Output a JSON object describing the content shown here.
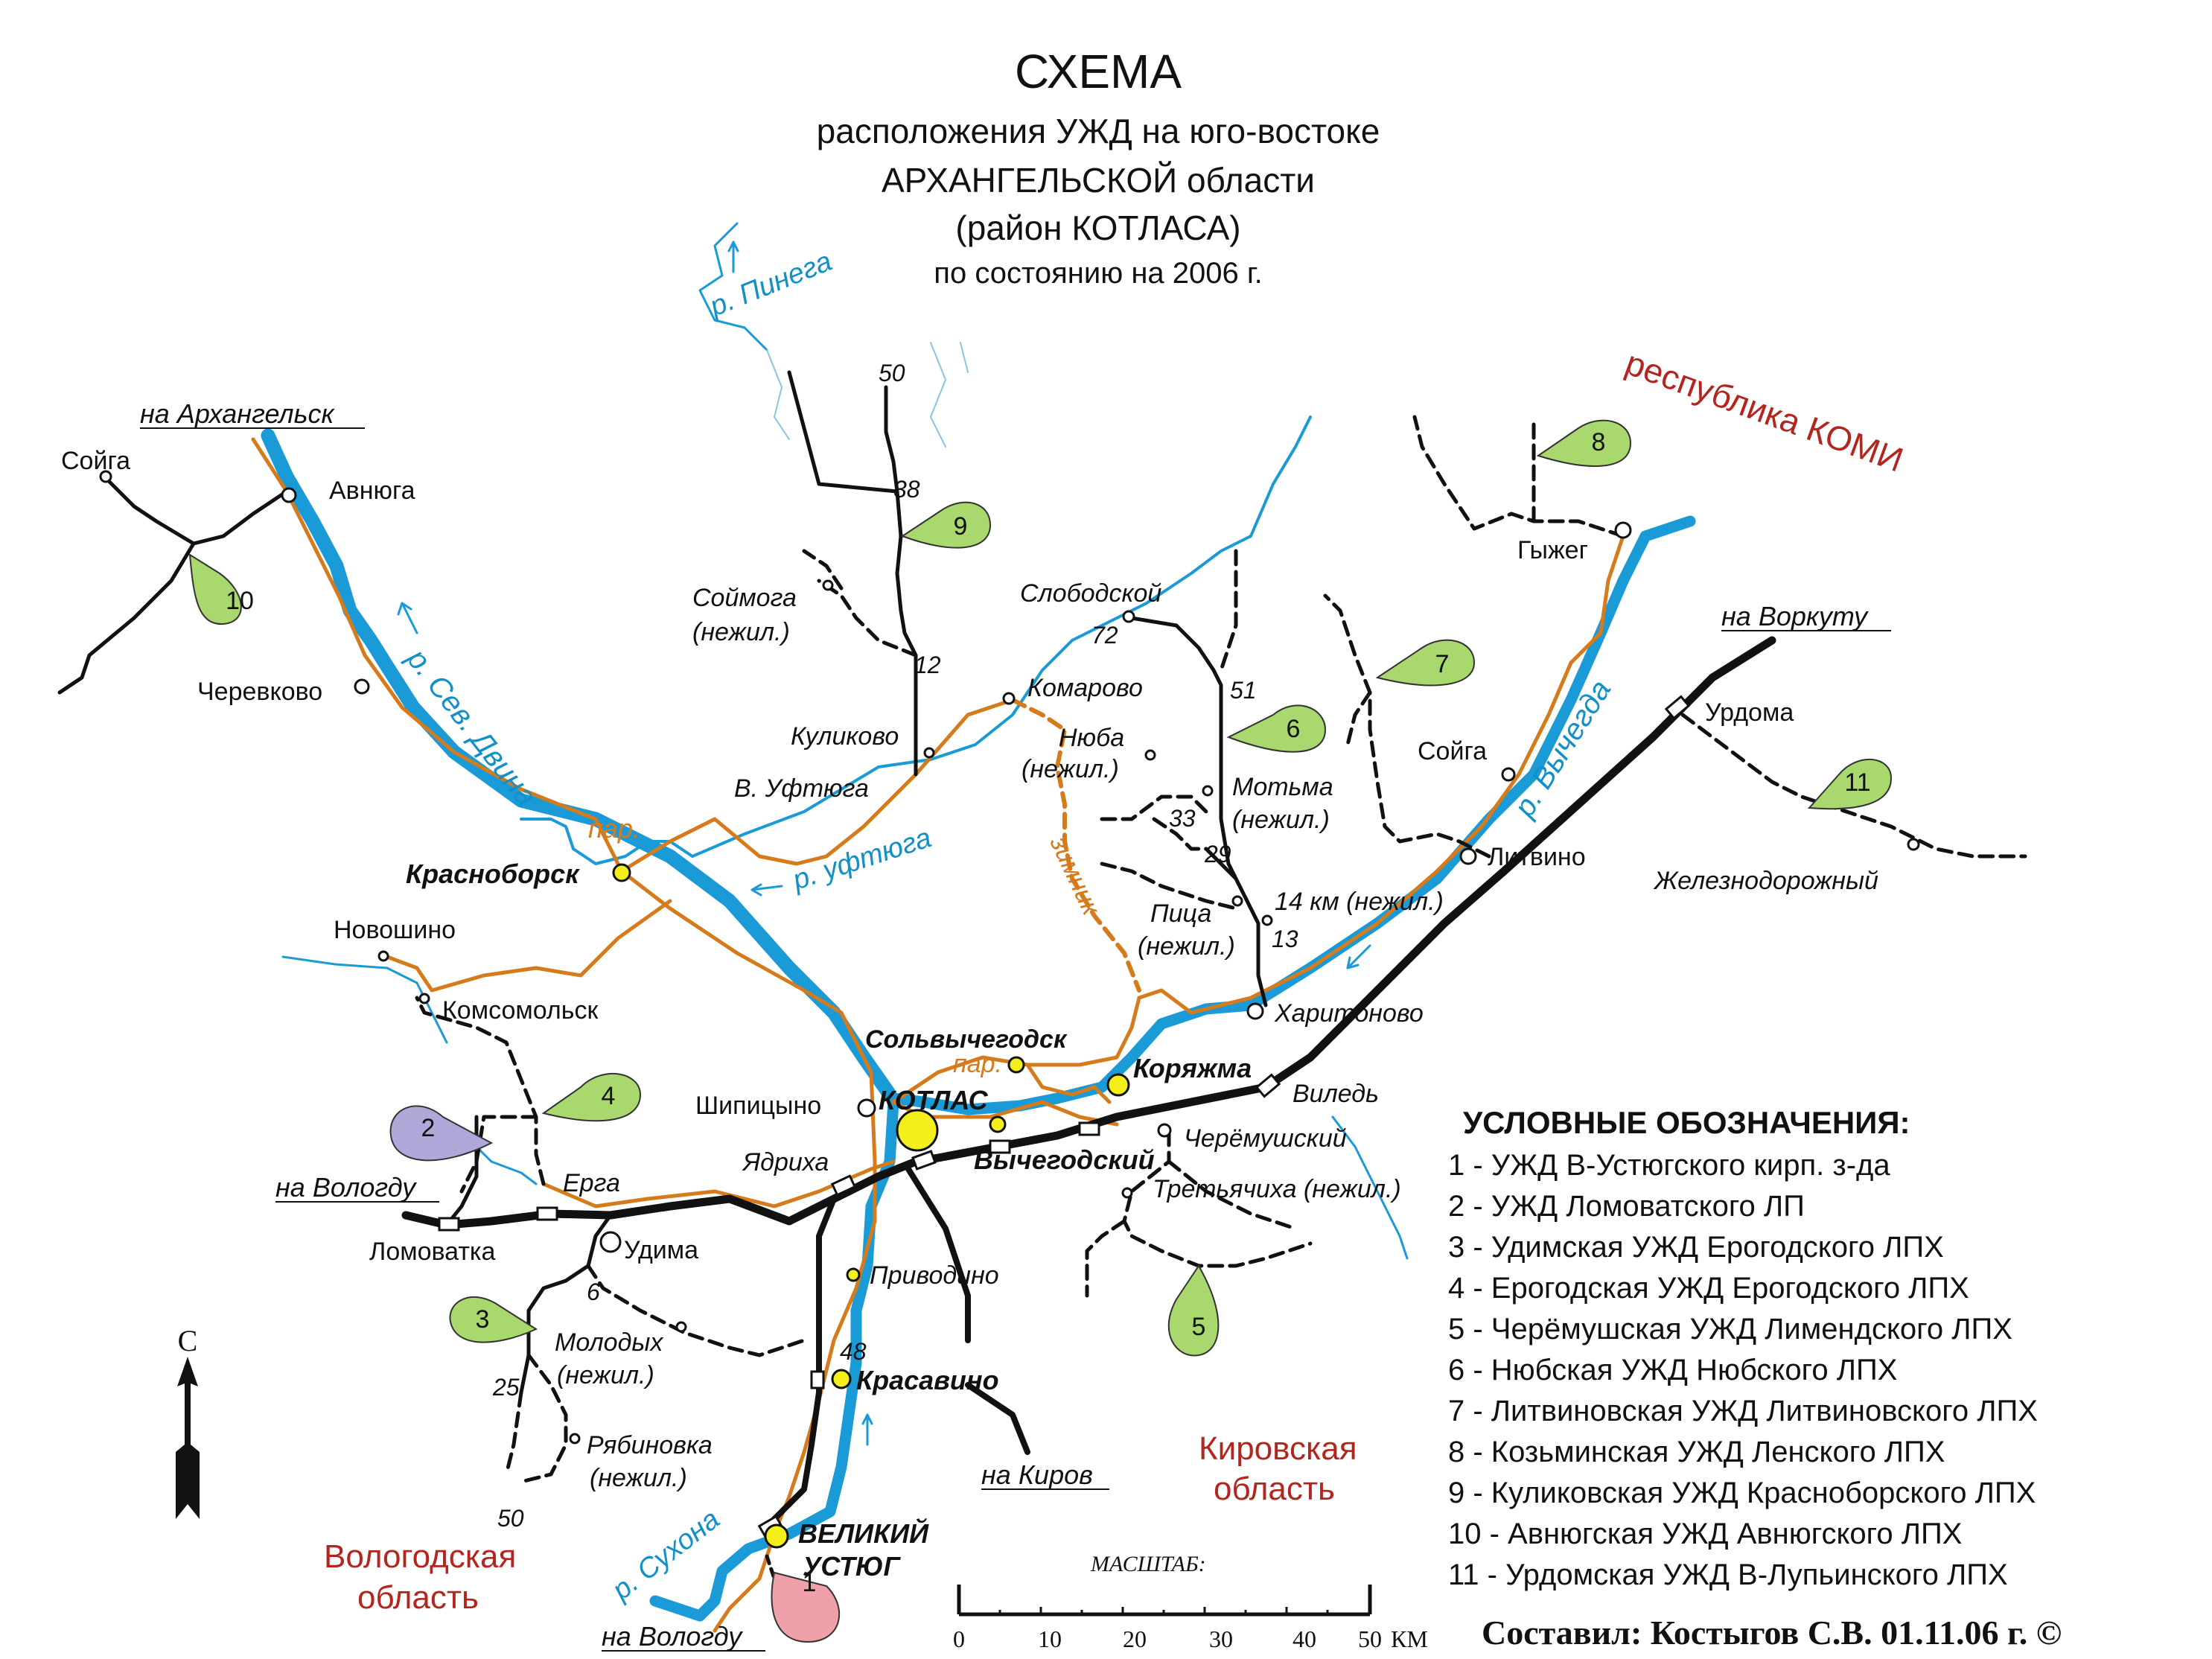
{
  "title": {
    "line1": "СХЕМА",
    "line2": "расположения УЖД  на юго-востоке",
    "line3": "АРХАНГЕЛЬСКОЙ области",
    "line4": "(район КОТЛАСА)",
    "line5": "по состоянию на 2006 г."
  },
  "colors": {
    "river": "#1a9ad6",
    "road": "#d67b1c",
    "rail": "#111111",
    "region_label": "#b3261e",
    "bubble_green": "#a8d86e",
    "bubble_purple": "#b0a8d8",
    "bubble_pink": "#f0a0a8",
    "station_yellow": "#f4ee1a"
  },
  "regions": {
    "komi": "республика КОМИ",
    "kirov_1": "Кировская",
    "kirov_2": "область",
    "vologda_1": "Вологодская",
    "vologda_2": "область"
  },
  "directions": {
    "arkhangelsk": "на Архангельск",
    "vorkuta": "на Воркуту",
    "vologda_w": "на Вологду",
    "vologda_s": "на Вологду",
    "kirov": "на Киров"
  },
  "rivers": {
    "pinega": "р. Пинега",
    "sev_dvina": "р. Сев. Двина",
    "uftyuga": "р. уфтюга",
    "vychegda": "р. Вычегда",
    "sukhona": "р. Сухона"
  },
  "road_labels": {
    "par1": "пар.",
    "par2": "пар.",
    "zimnik": "зимник"
  },
  "places": {
    "soyga_w": "Сойга",
    "avnyuga": "Авнюга",
    "cherevkovo": "Черевково",
    "krasnoborsk": "Красноборск",
    "novoshino": "Новошино",
    "komsomolsk": "Комсомольск",
    "soymoga_1": "Соймога",
    "soymoga_2": "(нежил.)",
    "kulikovo": "Куликово",
    "v_uftyuga": "В. Уфтюга",
    "komarovo": "Комарово",
    "slobodskoy": "Слободской",
    "nyuba_1": "Нюба",
    "nyuba_2": "(нежил.)",
    "motma_1": "Мотьма",
    "motma_2": "(нежил.)",
    "pitsa_1": "Пица",
    "pitsa_2": "(нежил.)",
    "km14": "14 км (нежил.)",
    "kharitonovo": "Харитоново",
    "solvychegodsk": "Сольвычегодск",
    "koryazhma": "Коряжма",
    "viled": "Виледь",
    "cheremushsky": "Черёмушский",
    "tretyachikha": "Третьячиха (нежил.)",
    "kotlas": "КОТЛАС",
    "shipitsyno": "Шипицыно",
    "vychegodsky": "Вычегодский",
    "yadrikha": "Ядриха",
    "erga": "Ерга",
    "lomovatka": "Ломоватка",
    "udima": "Удима",
    "privodino": "Приводино",
    "krasavino": "Красавино",
    "molodykh_1": "Молодых",
    "molodykh_2": "(нежил.)",
    "ryabinovka_1": "Рябиновка",
    "ryabinovka_2": "(нежил.)",
    "v_ustyug_1": "ВЕЛИКИЙ",
    "v_ustyug_2": "УСТЮГ",
    "gyzheg": "Гыжег",
    "soyga_e": "Сойга",
    "litvino": "Литвино",
    "urdoma": "Урдома",
    "zheleznodorozhny": "Железнодорожный"
  },
  "km_marks": {
    "k50a": "50",
    "k38": "38",
    "k12": "12",
    "k72": "72",
    "k51": "51",
    "k33": "33",
    "k29": "29",
    "k13": "13",
    "k6": "6",
    "k25": "25",
    "k50b": "50",
    "k48": "48"
  },
  "bubbles": [
    "1",
    "2",
    "3",
    "4",
    "5",
    "6",
    "7",
    "8",
    "9",
    "10",
    "11"
  ],
  "legend": {
    "heading": "УСЛОВНЫЕ ОБОЗНАЧЕНИЯ:",
    "items": [
      "1 - УЖД В-Устюгского кирп. з-да",
      "2 - УЖД Ломоватского ЛП",
      "3 - Удимская УЖД Ерогодского ЛПХ",
      "4 - Ерогодская УЖД Ерогодского ЛПХ",
      "5 - Черёмушская УЖД Лимендского ЛПХ",
      "6 - Нюбская УЖД Нюбского ЛПХ",
      "7 - Литвиновская УЖД Литвиновского ЛПХ",
      "8 - Козьминская УЖД Ленского ЛПХ",
      "9 - Куликовская УЖД Красноборского ЛПХ",
      "10 - Авнюгская УЖД Авнюгского ЛПХ",
      "11 - Урдомская УЖД В-Лупьинского ЛПХ"
    ]
  },
  "scale": {
    "label": "МАСШТАБ:",
    "ticks": [
      "0",
      "10",
      "20",
      "30",
      "40",
      "50"
    ],
    "unit": "КМ"
  },
  "compass": "С",
  "credit": "Составил:  Костыгов С.В.  01.11.06 г. ©"
}
